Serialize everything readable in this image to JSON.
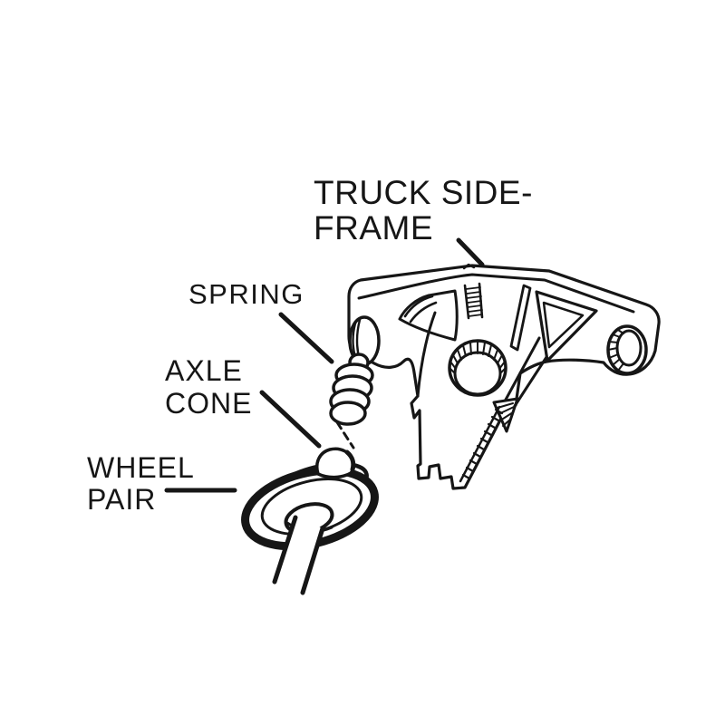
{
  "figure": {
    "background": "#ffffff",
    "ink": "#161616",
    "labels": {
      "truck_side_frame": {
        "line1": "TRUCK SIDE-",
        "line2": "FRAME"
      },
      "spring": {
        "line1": "SPRING"
      },
      "axle_cone": {
        "line1": "AXLE",
        "line2": "CONE"
      },
      "wheel_pair": {
        "line1": "WHEEL",
        "line2": "PAIR"
      }
    }
  }
}
